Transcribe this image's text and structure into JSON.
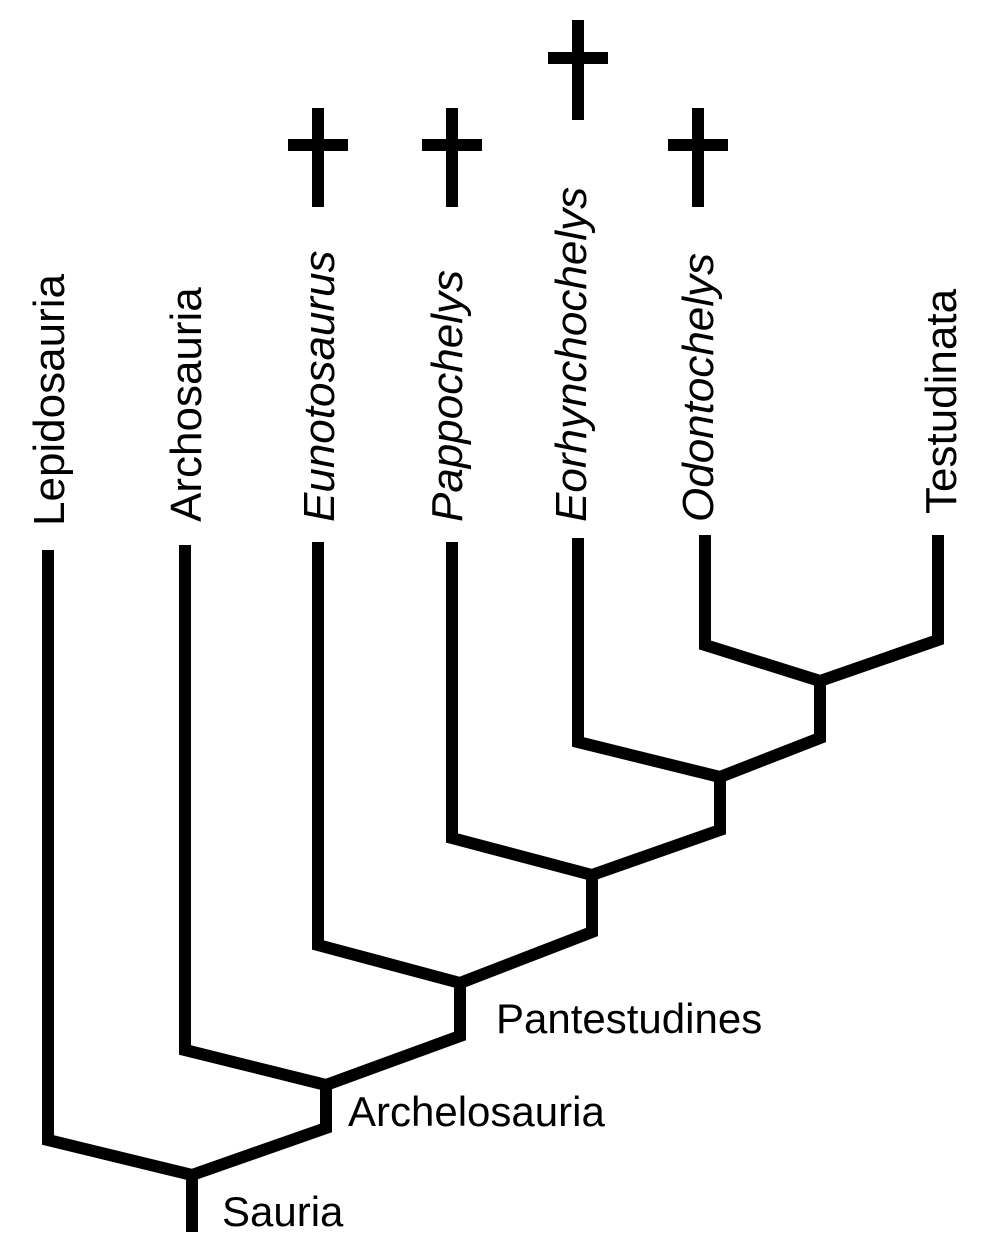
{
  "diagram": {
    "type": "cladogram",
    "line_color": "#000000",
    "background": "#ffffff",
    "taxa": [
      {
        "id": "lepidosauria",
        "label": "Lepidosauria",
        "italic": false,
        "extinct": false
      },
      {
        "id": "archosauria",
        "label": "Archosauria",
        "italic": false,
        "extinct": false
      },
      {
        "id": "eunotosaurus",
        "label": "Eunotosaurus",
        "italic": true,
        "extinct": true
      },
      {
        "id": "pappochelys",
        "label": "Pappochelys",
        "italic": true,
        "extinct": true
      },
      {
        "id": "eorhynchochelys",
        "label": "Eorhynchochelys",
        "italic": true,
        "extinct": true
      },
      {
        "id": "odontochelys",
        "label": "Odontochelys",
        "italic": true,
        "extinct": true
      },
      {
        "id": "testudinata",
        "label": "Testudinata",
        "italic": false,
        "extinct": false
      }
    ],
    "clades": {
      "sauria": "Sauria",
      "archelosauria": "Archelosauria",
      "pantestudines": "Pantestudines"
    },
    "extinct_marker": "dagger-icon"
  }
}
